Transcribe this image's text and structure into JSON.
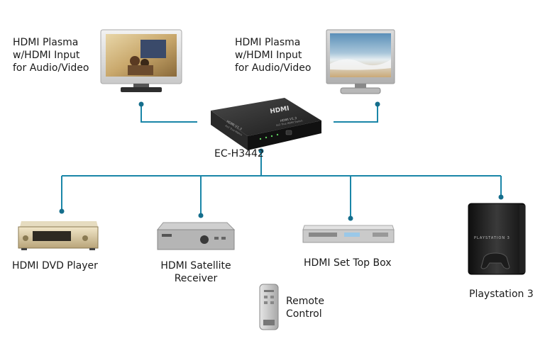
{
  "displays": {
    "left": {
      "line1": "HDMI Plasma",
      "line2": "w/HDMI Input",
      "line3": "for Audio/Video"
    },
    "right": {
      "line1": "HDMI Plasma",
      "line2": "w/HDMI Input",
      "line3": "for Audio/Video"
    }
  },
  "matrix": {
    "model": "EC-H3442",
    "logo": "HDMI",
    "face_text_1": "HDMI V1.3",
    "face_text_2": "4x2 True Matrix",
    "face_text_3": "HDMI V1.3",
    "face_text_4": "4x2 True HDMI Switch"
  },
  "sources": {
    "dvd": {
      "label": "HDMI DVD Player"
    },
    "satellite": {
      "line1": "HDMI Satellite",
      "line2": "Receiver"
    },
    "settop": {
      "label": "HDMI Set Top Box"
    },
    "ps3": {
      "label": "Playstation 3",
      "logo": "PLAYSTATION 3"
    }
  },
  "remote": {
    "line1": "Remote",
    "line2": "Control"
  },
  "colors": {
    "wire": "#1a86a8",
    "dot": "#156e8c"
  }
}
